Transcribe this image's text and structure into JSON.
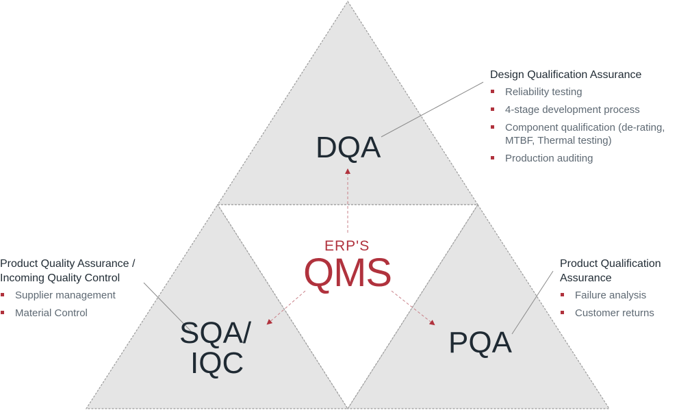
{
  "diagram": {
    "center": {
      "prefix": "ERP'S",
      "title": "QMS"
    },
    "dqa": {
      "label": "DQA",
      "title": "Design Qualification Assurance",
      "items": [
        "Reliability testing",
        "4-stage development process",
        "Component qualification (de-rating, MTBF, Thermal testing)",
        "Production auditing"
      ]
    },
    "sqa": {
      "label_line1": "SQA/",
      "label_line2": "IQC",
      "title": "Product Quality Assurance / Incoming Quality Control",
      "items": [
        "Supplier management",
        "Material Control"
      ]
    },
    "pqa": {
      "label": "PQA",
      "title": "Product Qualification Assurance",
      "items": [
        "Failure analysis",
        "Customer returns"
      ]
    },
    "colors": {
      "triangle_fill": "#e5e5e5",
      "triangle_stroke": "#9a9a9a",
      "accent": "#b0323d",
      "text_dark": "#1f2a33",
      "text_muted": "#5e6973"
    }
  }
}
